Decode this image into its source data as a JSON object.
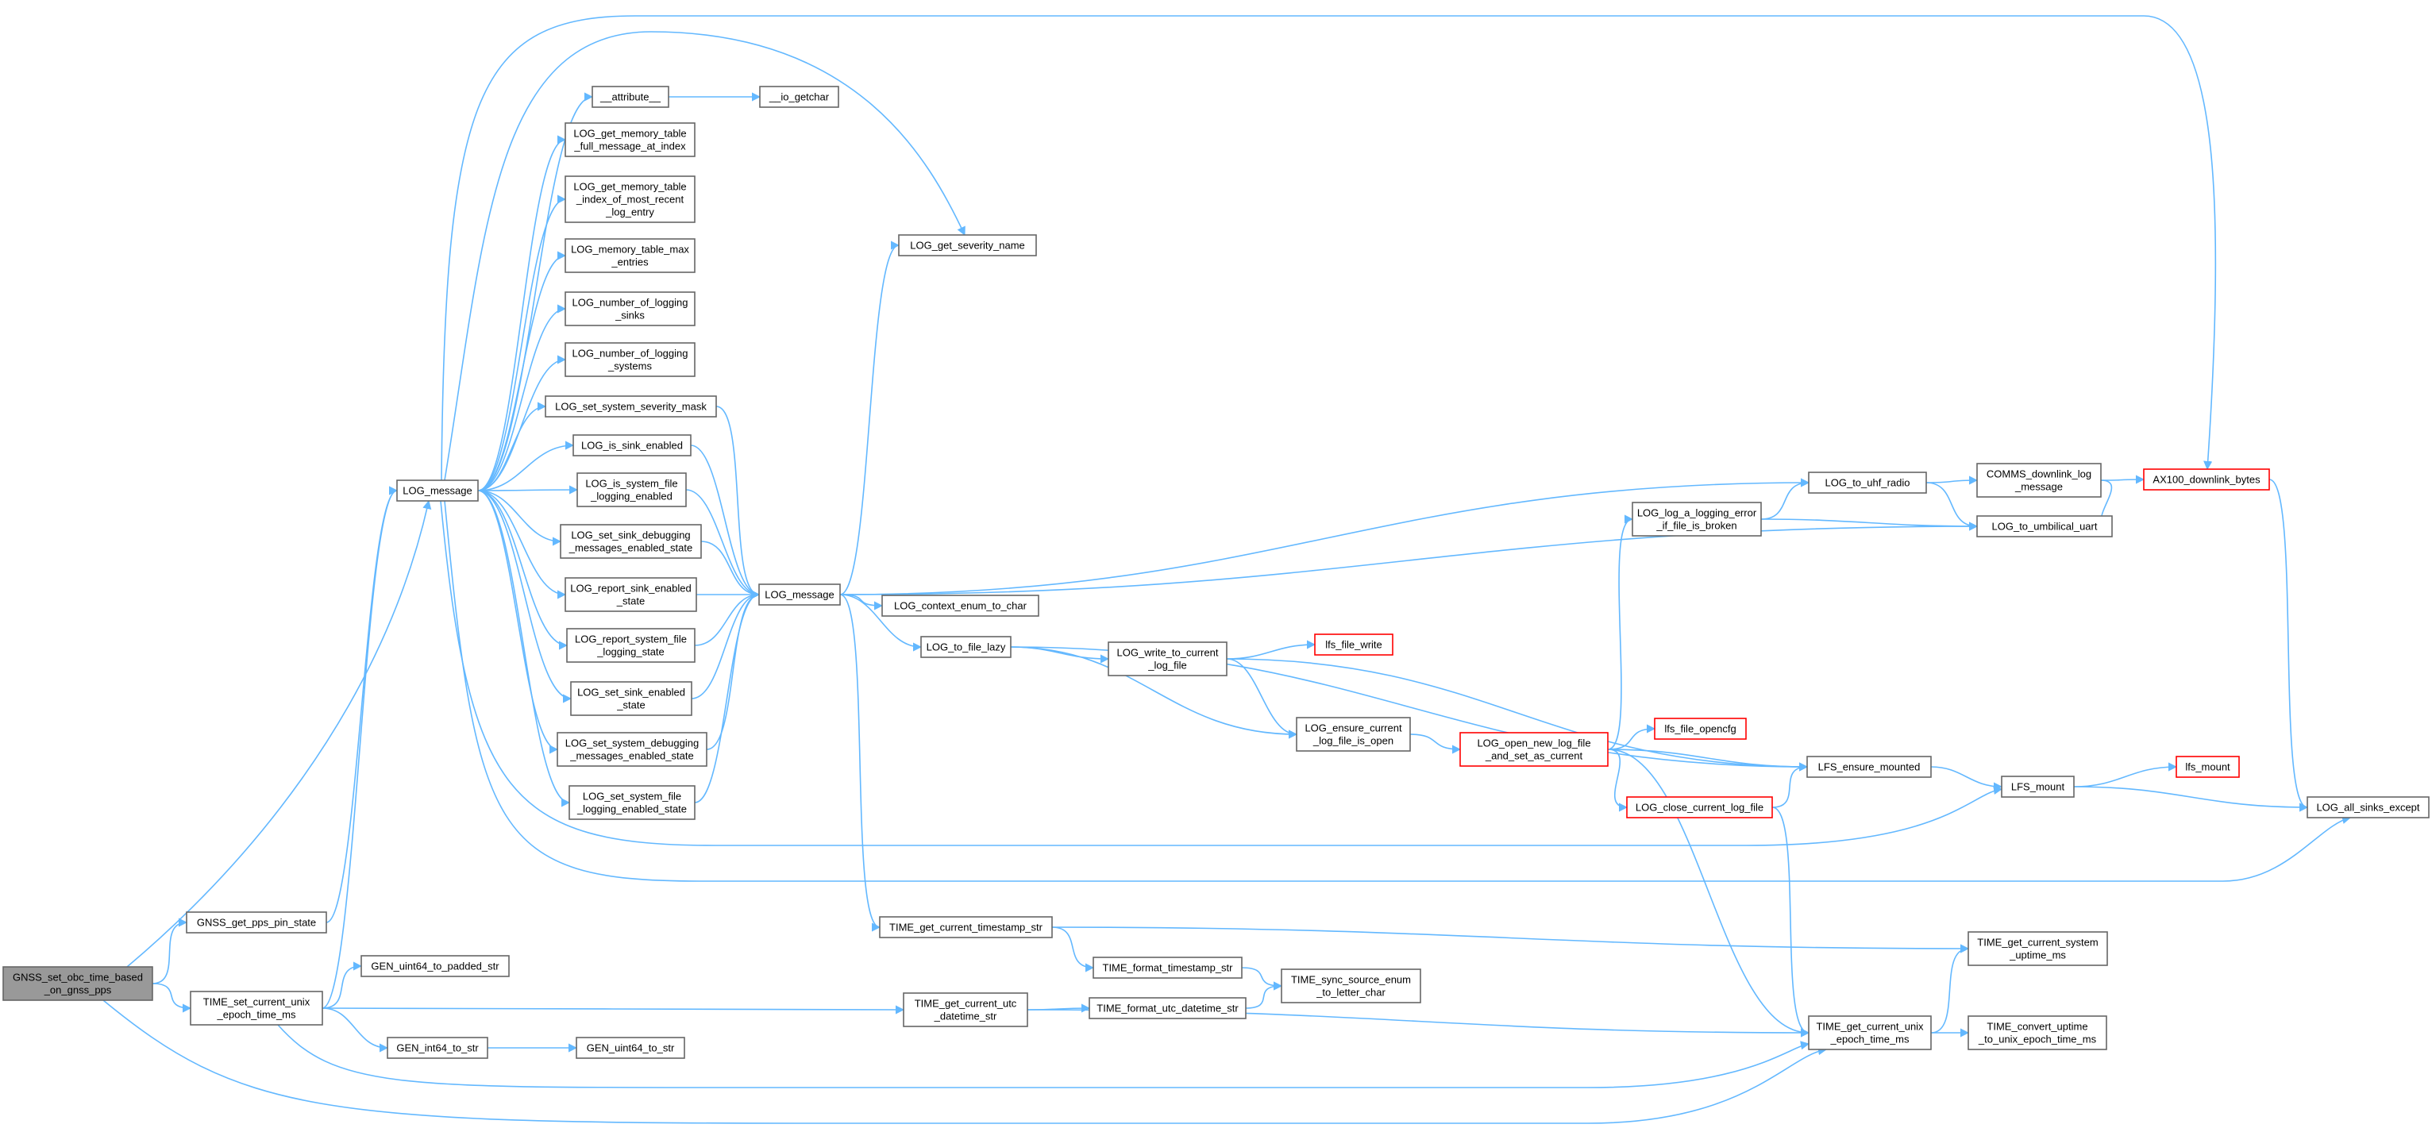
{
  "title": "",
  "colors": {
    "edge": "#63b8ff",
    "node_border": "#666666",
    "root_fill": "#999999",
    "red_border": "#ff0000",
    "background": "#ffffff"
  },
  "nodes": {
    "gnss_set": {
      "lines": [
        "GNSS_set_obc_time_based",
        "_on_gnss_pps"
      ],
      "style": "root"
    },
    "gnss_get_pps": {
      "lines": [
        "GNSS_get_pps_pin_state"
      ]
    },
    "time_set_unix": {
      "lines": [
        "TIME_set_current_unix",
        "_epoch_time_ms"
      ]
    },
    "gen_u64_pad": {
      "lines": [
        "GEN_uint64_to_padded_str"
      ]
    },
    "gen_i64": {
      "lines": [
        "GEN_int64_to_str"
      ]
    },
    "gen_u64": {
      "lines": [
        "GEN_uint64_to_str"
      ]
    },
    "log_message_a": {
      "lines": [
        "LOG_message"
      ]
    },
    "attribute": {
      "lines": [
        "__attribute__"
      ]
    },
    "io_getchar": {
      "lines": [
        "__io_getchar"
      ]
    },
    "log_mem_full": {
      "lines": [
        "LOG_get_memory_table",
        "_full_message_at_index"
      ]
    },
    "log_mem_idx": {
      "lines": [
        "LOG_get_memory_table",
        "_index_of_most_recent",
        "_log_entry"
      ]
    },
    "log_mem_max": {
      "lines": [
        "LOG_memory_table_max",
        "_entries"
      ]
    },
    "log_num_sinks": {
      "lines": [
        "LOG_number_of_logging",
        "_sinks"
      ]
    },
    "log_num_sys": {
      "lines": [
        "LOG_number_of_logging",
        "_systems"
      ]
    },
    "log_set_sev": {
      "lines": [
        "LOG_set_system_severity_mask"
      ]
    },
    "log_is_sink": {
      "lines": [
        "LOG_is_sink_enabled"
      ]
    },
    "log_is_sysfile": {
      "lines": [
        "LOG_is_system_file",
        "_logging_enabled"
      ]
    },
    "log_set_sinkdbg": {
      "lines": [
        "LOG_set_sink_debugging",
        "_messages_enabled_state"
      ]
    },
    "log_rep_sink": {
      "lines": [
        "LOG_report_sink_enabled",
        "_state"
      ]
    },
    "log_rep_sysfile": {
      "lines": [
        "LOG_report_system_file",
        "_logging_state"
      ]
    },
    "log_set_sink": {
      "lines": [
        "LOG_set_sink_enabled",
        "_state"
      ]
    },
    "log_set_sysdbg": {
      "lines": [
        "LOG_set_system_debugging",
        "_messages_enabled_state"
      ]
    },
    "log_set_sysfile": {
      "lines": [
        "LOG_set_system_file",
        "_logging_enabled_state"
      ]
    },
    "log_message_b": {
      "lines": [
        "LOG_message"
      ]
    },
    "log_sev_name": {
      "lines": [
        "LOG_get_severity_name"
      ]
    },
    "log_ctx_enum": {
      "lines": [
        "LOG_context_enum_to_char"
      ]
    },
    "log_to_file": {
      "lines": [
        "LOG_to_file_lazy"
      ]
    },
    "log_write_cur": {
      "lines": [
        "LOG_write_to_current",
        "_log_file"
      ]
    },
    "lfs_file_write": {
      "lines": [
        "lfs_file_write"
      ],
      "style": "red"
    },
    "log_ensure_cur": {
      "lines": [
        "LOG_ensure_current",
        "_log_file_is_open"
      ]
    },
    "log_open_new": {
      "lines": [
        "LOG_open_new_log_file",
        "_and_set_as_current"
      ],
      "style": "red"
    },
    "lfs_opencfg": {
      "lines": [
        "lfs_file_opencfg"
      ],
      "style": "red"
    },
    "log_close_cur": {
      "lines": [
        "LOG_close_current_log_file"
      ],
      "style": "red"
    },
    "lfs_ensure_mnt": {
      "lines": [
        "LFS_ensure_mounted"
      ]
    },
    "lfs_mount_big": {
      "lines": [
        "LFS_mount"
      ]
    },
    "lfs_mount_red": {
      "lines": [
        "lfs_mount"
      ],
      "style": "red"
    },
    "log_all_sinks": {
      "lines": [
        "LOG_all_sinks_except"
      ]
    },
    "log_log_err": {
      "lines": [
        "LOG_log_a_logging_error",
        "_if_file_is_broken"
      ]
    },
    "log_to_uhf": {
      "lines": [
        "LOG_to_uhf_radio"
      ]
    },
    "comms_downlink": {
      "lines": [
        "COMMS_downlink_log",
        "_message"
      ]
    },
    "ax100": {
      "lines": [
        "AX100_downlink_bytes"
      ],
      "style": "red"
    },
    "log_to_umb": {
      "lines": [
        "LOG_to_umbilical_uart"
      ]
    },
    "time_get_ts": {
      "lines": [
        "TIME_get_current_timestamp_str"
      ]
    },
    "time_fmt_ts": {
      "lines": [
        "TIME_format_timestamp_str"
      ]
    },
    "time_sync_src": {
      "lines": [
        "TIME_sync_source_enum",
        "_to_letter_char"
      ]
    },
    "time_get_utc": {
      "lines": [
        "TIME_get_current_utc",
        "_datetime_str"
      ]
    },
    "time_fmt_utc": {
      "lines": [
        "TIME_format_utc_datetime_str"
      ]
    },
    "time_get_sys": {
      "lines": [
        "TIME_get_current_system",
        "_uptime_ms"
      ]
    },
    "time_get_unix": {
      "lines": [
        "TIME_get_current_unix",
        "_epoch_time_ms"
      ]
    },
    "time_conv": {
      "lines": [
        "TIME_convert_uptime",
        "_to_unix_epoch_time_ms"
      ]
    }
  },
  "edges": [
    [
      "gnss_set",
      "gnss_get_pps"
    ],
    [
      "gnss_set",
      "time_set_unix"
    ],
    [
      "gnss_set",
      "log_message_a"
    ],
    [
      "gnss_set",
      "time_get_unix"
    ],
    [
      "gnss_get_pps",
      "log_message_a"
    ],
    [
      "time_set_unix",
      "gen_u64_pad"
    ],
    [
      "time_set_unix",
      "gen_i64"
    ],
    [
      "time_set_unix",
      "time_get_utc"
    ],
    [
      "time_set_unix",
      "log_message_a"
    ],
    [
      "time_set_unix",
      "time_get_unix"
    ],
    [
      "gen_i64",
      "gen_u64"
    ],
    [
      "log_message_a",
      "attribute"
    ],
    [
      "log_message_a",
      "log_mem_full"
    ],
    [
      "log_message_a",
      "log_mem_idx"
    ],
    [
      "log_message_a",
      "log_mem_max"
    ],
    [
      "log_message_a",
      "log_num_sinks"
    ],
    [
      "log_message_a",
      "log_num_sys"
    ],
    [
      "log_message_a",
      "log_set_sev"
    ],
    [
      "log_message_a",
      "log_is_sink"
    ],
    [
      "log_message_a",
      "log_is_sysfile"
    ],
    [
      "log_message_a",
      "log_set_sinkdbg"
    ],
    [
      "log_message_a",
      "log_rep_sink"
    ],
    [
      "log_message_a",
      "log_rep_sysfile"
    ],
    [
      "log_message_a",
      "log_set_sink"
    ],
    [
      "log_message_a",
      "log_set_sysdbg"
    ],
    [
      "log_message_a",
      "log_set_sysfile"
    ],
    [
      "log_message_a",
      "log_sev_name"
    ],
    [
      "log_message_a",
      "log_all_sinks"
    ],
    [
      "log_message_a",
      "lfs_mount_big"
    ],
    [
      "log_message_a",
      "ax100"
    ],
    [
      "attribute",
      "io_getchar"
    ],
    [
      "log_set_sev",
      "log_message_b"
    ],
    [
      "log_is_sink",
      "log_message_b"
    ],
    [
      "log_is_sysfile",
      "log_message_b"
    ],
    [
      "log_set_sinkdbg",
      "log_message_b"
    ],
    [
      "log_rep_sink",
      "log_message_b"
    ],
    [
      "log_rep_sysfile",
      "log_message_b"
    ],
    [
      "log_set_sink",
      "log_message_b"
    ],
    [
      "log_set_sysdbg",
      "log_message_b"
    ],
    [
      "log_set_sysfile",
      "log_message_b"
    ],
    [
      "log_message_b",
      "log_sev_name"
    ],
    [
      "log_message_b",
      "log_ctx_enum"
    ],
    [
      "log_message_b",
      "log_to_file"
    ],
    [
      "log_message_b",
      "log_to_uhf"
    ],
    [
      "log_message_b",
      "log_to_umb"
    ],
    [
      "log_message_b",
      "time_get_ts"
    ],
    [
      "log_to_file",
      "log_write_cur"
    ],
    [
      "log_to_file",
      "log_ensure_cur"
    ],
    [
      "log_to_file",
      "lfs_ensure_mnt"
    ],
    [
      "log_write_cur",
      "lfs_file_write"
    ],
    [
      "log_write_cur",
      "log_ensure_cur"
    ],
    [
      "log_write_cur",
      "lfs_ensure_mnt"
    ],
    [
      "log_ensure_cur",
      "log_open_new"
    ],
    [
      "log_open_new",
      "log_log_err"
    ],
    [
      "log_open_new",
      "lfs_opencfg"
    ],
    [
      "log_open_new",
      "log_close_cur"
    ],
    [
      "log_open_new",
      "lfs_ensure_mnt"
    ],
    [
      "log_open_new",
      "time_get_unix"
    ],
    [
      "log_close_cur",
      "lfs_ensure_mnt"
    ],
    [
      "log_close_cur",
      "time_get_unix"
    ],
    [
      "lfs_ensure_mnt",
      "lfs_mount_big"
    ],
    [
      "lfs_mount_big",
      "lfs_mount_red"
    ],
    [
      "lfs_mount_big",
      "log_all_sinks"
    ],
    [
      "log_log_err",
      "log_to_uhf"
    ],
    [
      "log_log_err",
      "log_to_umb"
    ],
    [
      "log_to_uhf",
      "comms_downlink"
    ],
    [
      "log_to_uhf",
      "log_to_umb"
    ],
    [
      "comms_downlink",
      "ax100"
    ],
    [
      "comms_downlink",
      "log_to_umb"
    ],
    [
      "ax100",
      "log_all_sinks"
    ],
    [
      "time_get_ts",
      "time_fmt_ts"
    ],
    [
      "time_get_ts",
      "time_get_sys"
    ],
    [
      "time_fmt_ts",
      "time_sync_src"
    ],
    [
      "time_get_utc",
      "time_fmt_utc"
    ],
    [
      "time_get_utc",
      "time_get_unix"
    ],
    [
      "time_fmt_utc",
      "time_sync_src"
    ],
    [
      "time_get_unix",
      "time_get_sys"
    ],
    [
      "time_get_unix",
      "time_conv"
    ]
  ]
}
